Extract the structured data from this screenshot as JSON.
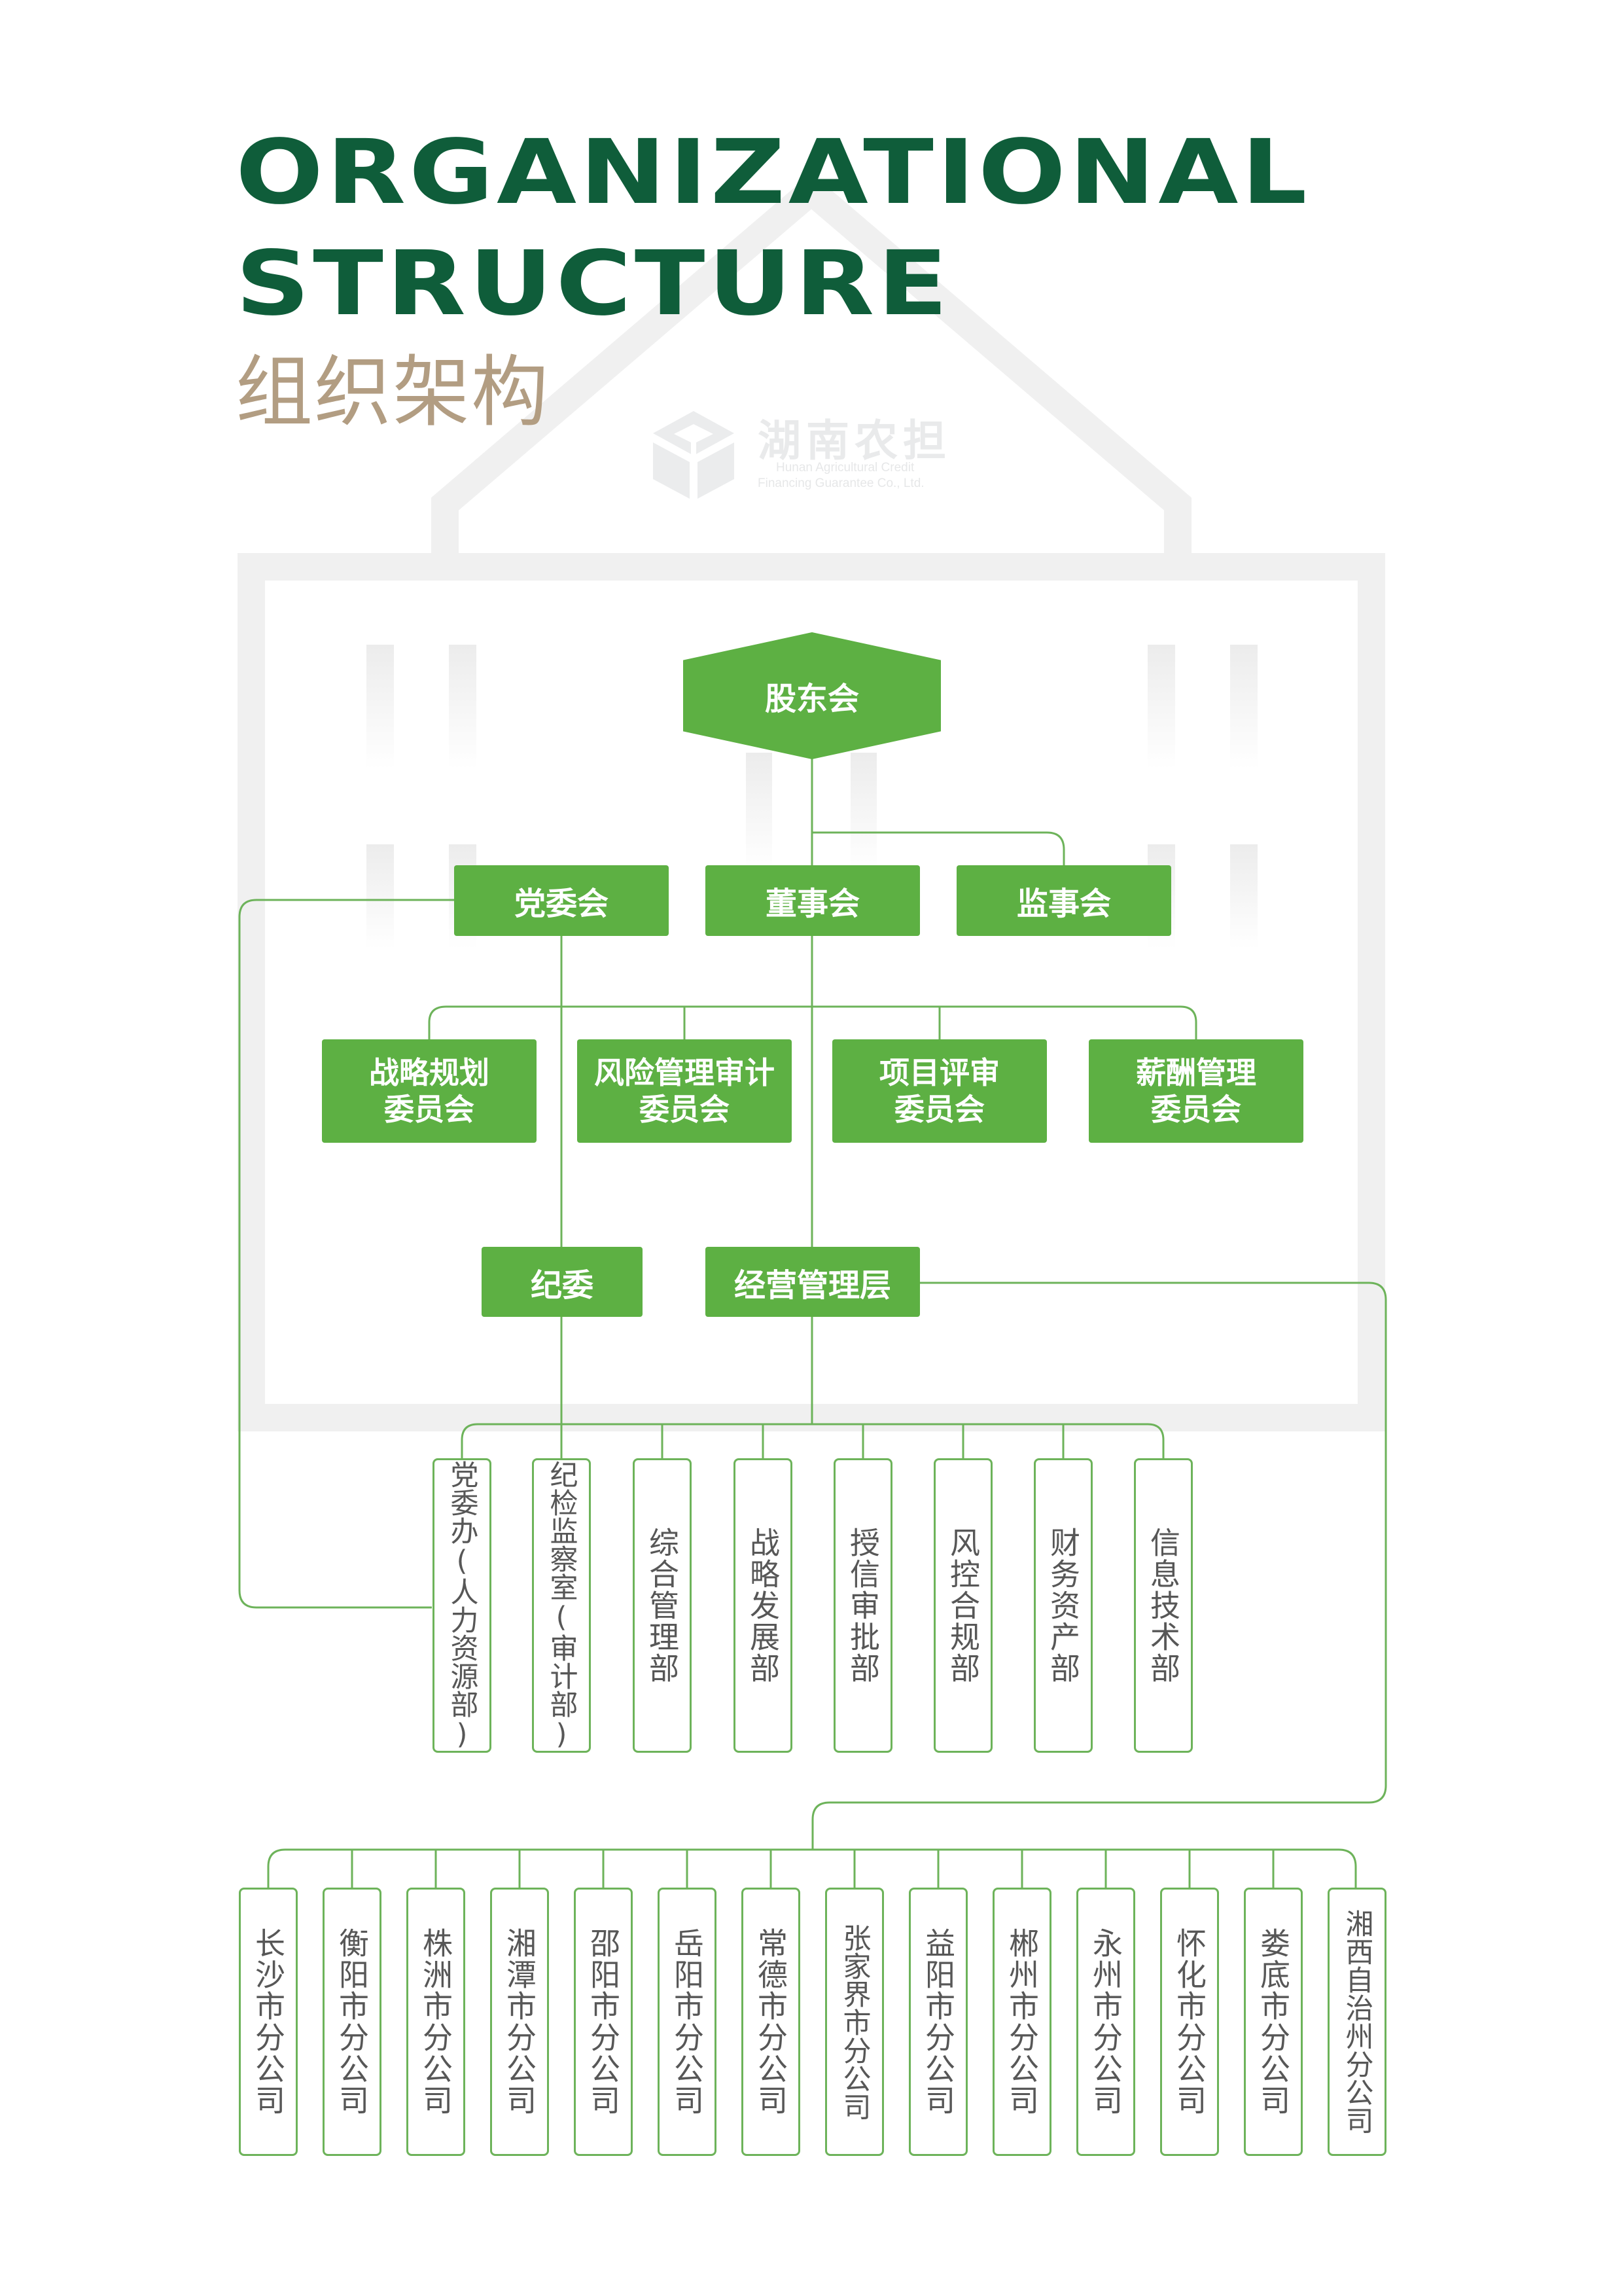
{
  "title": {
    "line1": "ORGANIZATIONAL",
    "line2": "STRUCTURE",
    "chinese": "组织架构"
  },
  "watermark": {
    "company_cn": "湖南农担",
    "company_en_line1": "Hunan Agricultural Credit",
    "company_en_line2": "Financing Guarantee Co., Ltd."
  },
  "colors": {
    "box_green": "#5db043",
    "line_green": "#6db35a",
    "title_green": "#0f5d3a",
    "title_tan": "#b29d82",
    "dept_text": "#575757"
  },
  "chart": {
    "shareholders": "股东会",
    "party_committee": "党委会",
    "board": "董事会",
    "supervisors": "监事会",
    "committees": [
      {
        "line1": "战略规划",
        "line2": "委员会"
      },
      {
        "line1": "风险管理审计",
        "line2": "委员会"
      },
      {
        "line1": "项目评审",
        "line2": "委员会"
      },
      {
        "line1": "薪酬管理",
        "line2": "委员会"
      }
    ],
    "discipline_committee": "纪委",
    "management": "经营管理层",
    "departments": [
      "党委办(人力资源部)",
      "纪检监察室(审计部)",
      "综合管理部",
      "战略发展部",
      "授信审批部",
      "风控合规部",
      "财务资产部",
      "信息技术部"
    ],
    "branches": [
      "长沙市分公司",
      "衡阳市分公司",
      "株洲市分公司",
      "湘潭市分公司",
      "邵阳市分公司",
      "岳阳市分公司",
      "常德市分公司",
      "张家界市分公司",
      "益阳市分公司",
      "郴州市分公司",
      "永州市分公司",
      "怀化市分公司",
      "娄底市分公司",
      "湘西自治州分公司"
    ]
  }
}
